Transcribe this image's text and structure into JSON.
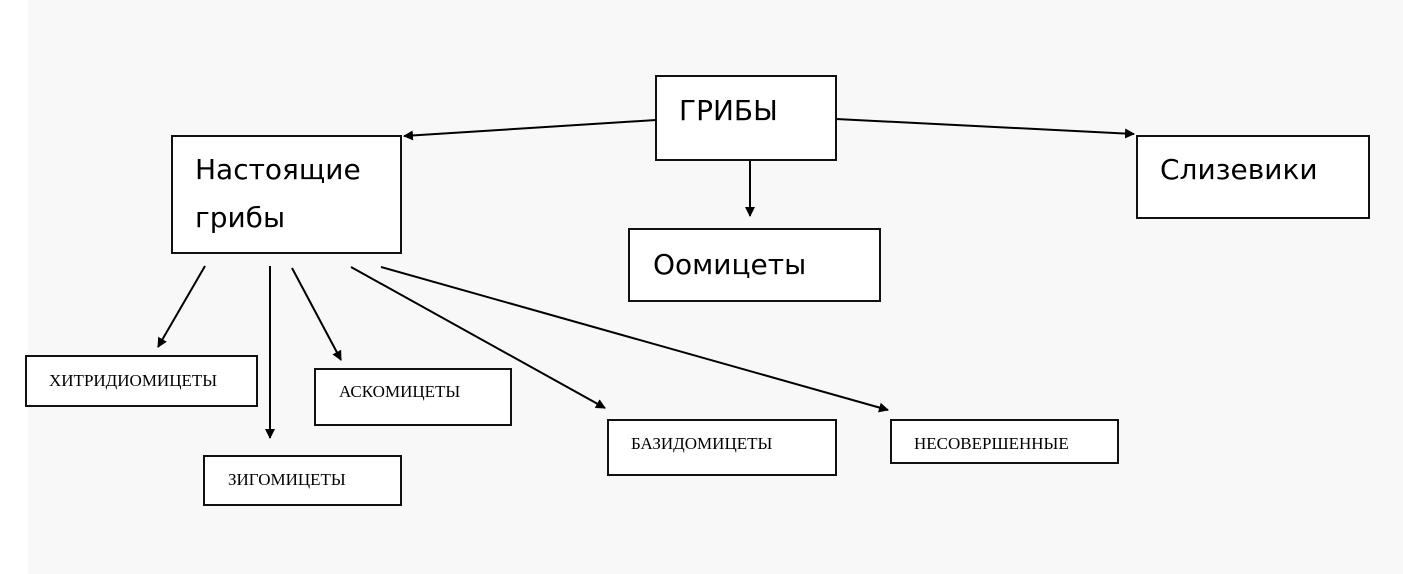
{
  "diagram": {
    "root": {
      "label": "ГРИБЫ"
    },
    "true_fungi": {
      "label": "Настоящие грибы"
    },
    "oomycetes": {
      "label": "Оомицеты"
    },
    "slime_molds": {
      "label": "Слизевики"
    },
    "chytridiomycetes": {
      "label": "ХИТРИДИОМИЦЕТЫ"
    },
    "zygomycetes": {
      "label": "ЗИГОМИЦЕТЫ"
    },
    "ascomycetes": {
      "label": "АСКОМИЦЕТЫ"
    },
    "basidiomycetes": {
      "label": "БАЗИДОМИЦЕТЫ"
    },
    "imperfect": {
      "label": "НЕСОВЕРШЕННЫЕ"
    }
  }
}
